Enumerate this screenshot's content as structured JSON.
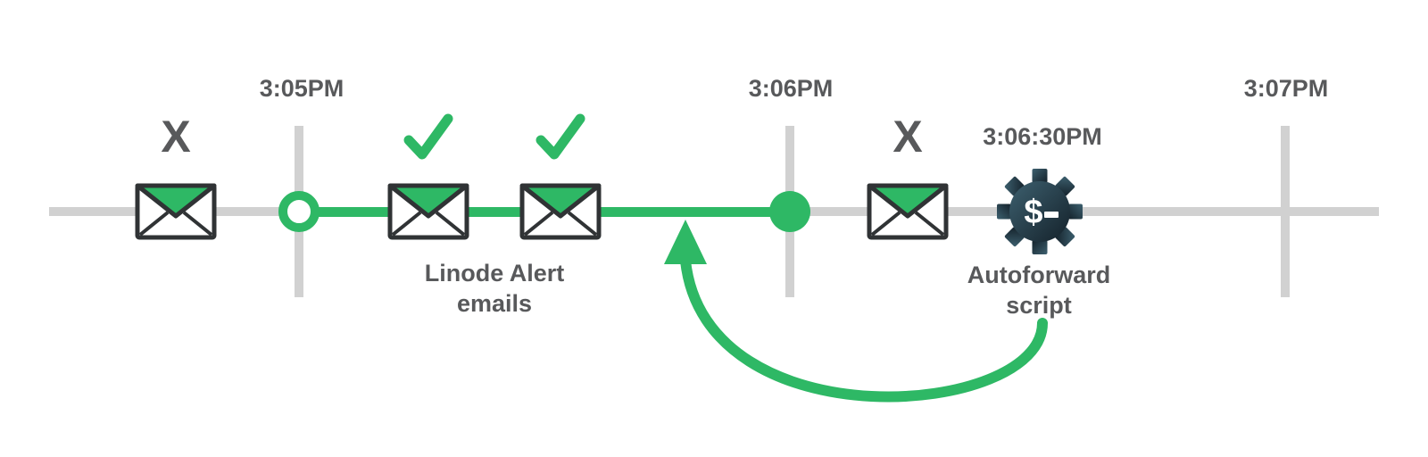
{
  "colors": {
    "green": "#2eb865",
    "gray": "#d1d1d1",
    "dark": "#58595b",
    "ink": "#303335",
    "white": "#ffffff",
    "gear_light": "#3d606f",
    "gear_dark": "#14212a"
  },
  "timeline": {
    "ticks": [
      {
        "id": "3-05pm",
        "label": "3:05PM"
      },
      {
        "id": "3-06pm",
        "label": "3:06PM"
      },
      {
        "id": "3-07pm",
        "label": "3:07PM"
      }
    ]
  },
  "events": {
    "missed_email_1": {
      "mark": "X"
    },
    "alert_email_1": {
      "mark": "✓"
    },
    "alert_email_2": {
      "mark": "✓"
    },
    "missed_email_2": {
      "mark": "X"
    }
  },
  "labels": {
    "alert_emails": {
      "lines": [
        "Linode Alert",
        "emails"
      ]
    },
    "autoforward": {
      "lines": [
        "Autoforward",
        "script"
      ],
      "time": "3:06:30PM"
    }
  },
  "gear": {
    "prompt": "$"
  },
  "icons": {
    "envelope-icon": "✉",
    "check-icon": "✓",
    "x-icon": "X",
    "gear-script-icon": "⚙ with $ prompt",
    "curved-arrow-icon": "↶"
  }
}
